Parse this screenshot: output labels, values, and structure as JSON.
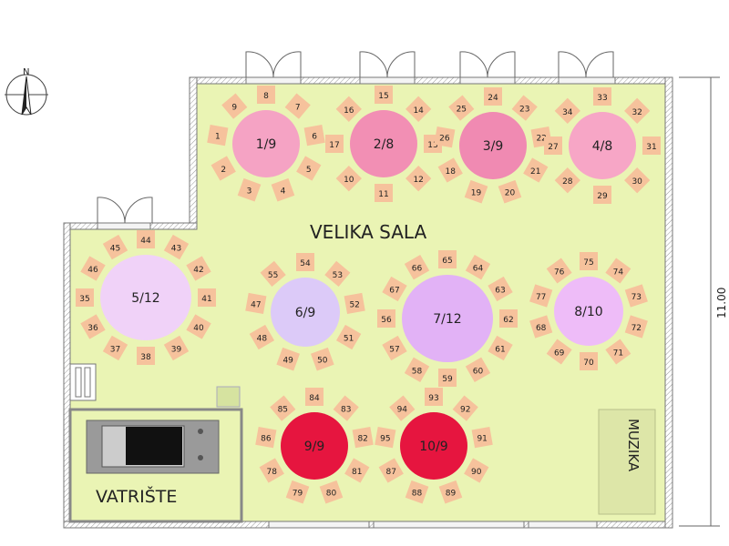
{
  "hall_name": "VELIKA SALA",
  "fireplace_label": "VATRIŠTE",
  "music_label": "MUZIKA",
  "dimension_label": "11.00",
  "compass_label": "N",
  "colors": {
    "floor": "#eaf4b4",
    "seat": "#f6c29c",
    "wall": "#888888",
    "music": "#dde6a8"
  },
  "tables": [
    {
      "label": "1/9",
      "color": "#f5a3c4",
      "seats": [
        "8",
        "7",
        "6",
        "5",
        "4",
        "3",
        "2",
        "1",
        "9"
      ]
    },
    {
      "label": "2/8",
      "color": "#f28fb4",
      "seats": [
        "15",
        "14",
        "13",
        "12",
        "11",
        "10",
        "17",
        "16"
      ]
    },
    {
      "label": "3/9",
      "color": "#f08ab2",
      "seats": [
        "24",
        "23",
        "22",
        "21",
        "20",
        "19",
        "18",
        "26",
        "25"
      ]
    },
    {
      "label": "4/8",
      "color": "#f7a6c6",
      "seats": [
        "33",
        "32",
        "31",
        "30",
        "29",
        "28",
        "27",
        "34"
      ]
    },
    {
      "label": "5/12",
      "color": "#f0d2f8",
      "seats": [
        "44",
        "43",
        "42",
        "41",
        "40",
        "39",
        "38",
        "37",
        "36",
        "35",
        "46",
        "45"
      ]
    },
    {
      "label": "6/9",
      "color": "#dccaf8",
      "seats": [
        "54",
        "53",
        "52",
        "51",
        "50",
        "49",
        "48",
        "47",
        "55"
      ]
    },
    {
      "label": "7/12",
      "color": "#e2b2f6",
      "seats": [
        "65",
        "64",
        "63",
        "62",
        "61",
        "60",
        "59",
        "58",
        "57",
        "56",
        "67",
        "66"
      ]
    },
    {
      "label": "8/10",
      "color": "#eebcf8",
      "seats": [
        "75",
        "74",
        "73",
        "72",
        "71",
        "70",
        "69",
        "68",
        "77",
        "76"
      ]
    },
    {
      "label": "9/9",
      "color": "#e6153f",
      "seats": [
        "84",
        "83",
        "82",
        "81",
        "80",
        "79",
        "78",
        "86",
        "85"
      ]
    },
    {
      "label": "10/9",
      "color": "#e6153f",
      "seats": [
        "93",
        "92",
        "91",
        "90",
        "89",
        "88",
        "87",
        "95",
        "94"
      ]
    }
  ]
}
